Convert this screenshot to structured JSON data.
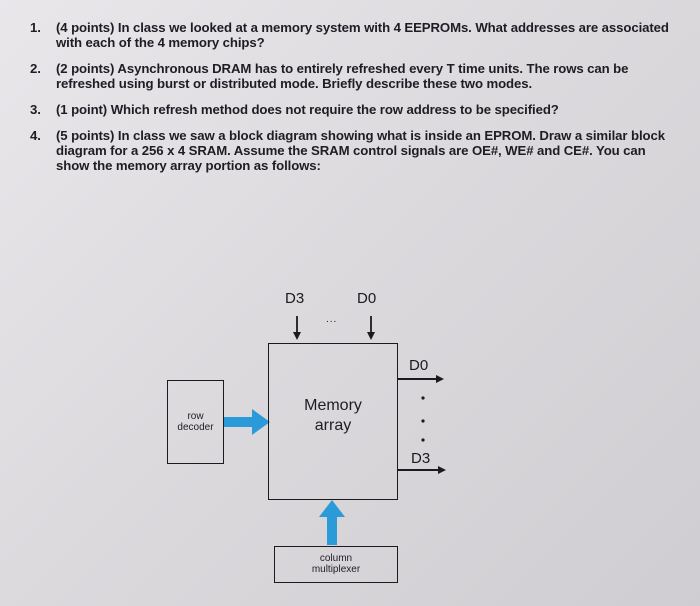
{
  "questions": [
    {
      "number": "1.",
      "points": "(4 points)",
      "text": "In class we looked at a memory system with 4 EEPROMs. What addresses are associated with each of the 4 memory chips?"
    },
    {
      "number": "2.",
      "points": "(2 points)",
      "text": "Asynchronous DRAM has to entirely refreshed every T time units. The rows can be refreshed using burst or distributed mode. Briefly describe these two modes."
    },
    {
      "number": "3.",
      "points": "(1 point)",
      "text": "Which refresh method does not require the row address to be specified?"
    },
    {
      "number": "4.",
      "points": "(5 points)",
      "text": "In class we saw a block diagram showing what is inside an EPROM. Draw a similar block diagram for a 256 x 4 SRAM. Assume the SRAM control signals are OE#, WE# and CE#. You can show the memory array portion as follows:"
    }
  ],
  "diagram": {
    "input_top_left": "D3",
    "input_top_right": "D0",
    "input_ellipsis": "...",
    "memory_array_line1": "Memory",
    "memory_array_line2": "array",
    "output_top": "D0",
    "output_bottom": "D3",
    "row_decoder_line1": "row",
    "row_decoder_line2": "decoder",
    "column_mux_line1": "column",
    "column_mux_line2": "multiplexer",
    "arrow_color": "#2a9bd8"
  }
}
